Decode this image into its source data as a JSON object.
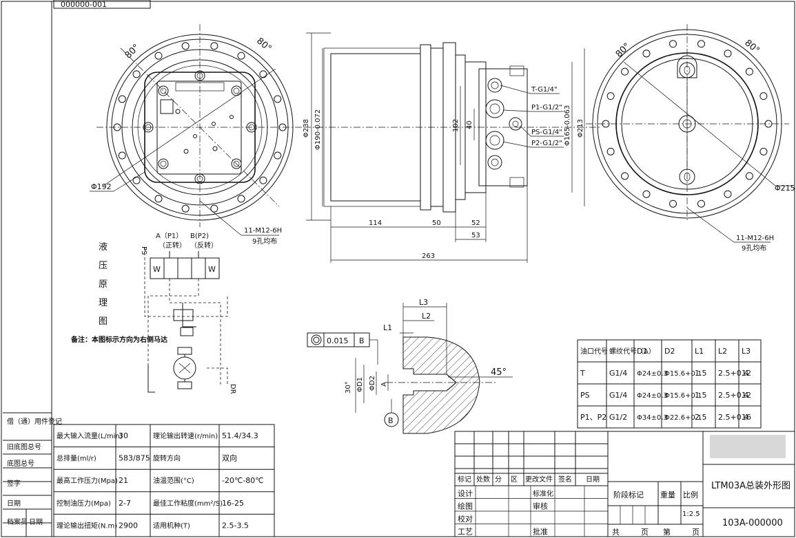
{
  "top_label": "000000-001",
  "left_views": {
    "angle_left": "80°",
    "angle_right": "80°",
    "dia_192": "Φ192",
    "bolt_spec": "11-M12-6H",
    "bolt_note": "9孔均布"
  },
  "side_view": {
    "dims": {
      "d238": "Φ238",
      "d190": "Φ190-0.072",
      "d102": "102",
      "d40": "40",
      "d165": "Φ165-0.063",
      "d213": "Φ213",
      "l114": "114",
      "l50": "50",
      "l52": "52",
      "l53": "53",
      "l263": "263"
    },
    "ports": {
      "t": "T-G1/4\"",
      "p1": "P1-G1/2\"",
      "ps": "PS-G1/4\"",
      "p2": "P2-G1/2\""
    }
  },
  "right_view": {
    "angle_left": "80°",
    "angle_right": "80°",
    "dia_215": "Φ215",
    "bolt_spec": "11-M12-6H",
    "bolt_note": "9孔均布"
  },
  "hydraulic": {
    "title_chars": [
      "液",
      "压",
      "原",
      "理",
      "图"
    ],
    "port_a": "A（P1）",
    "port_a_sub": "（正转）",
    "port_b": "B(P2)",
    "port_b_sub": "（反转）",
    "ps_label": "PS",
    "dr_label": "DR",
    "note": "备注：本图标示方向为右侧马达"
  },
  "port_detail": {
    "tolerance": "0.015",
    "datum": "B",
    "l1": "L1",
    "l2": "L2",
    "l3": "L3",
    "angle": "45°",
    "angle30": "30°",
    "d1": "ΦD1",
    "d2": "ΦD2",
    "a": "A",
    "b_circle": "B"
  },
  "port_table": {
    "headers": [
      "油口代号",
      "螺纹代号（A）",
      "D1",
      "D2",
      "L1",
      "L2",
      "L3"
    ],
    "rows": [
      [
        "T",
        "G1/4",
        "Φ24±0.3",
        "Φ15.6+0.1",
        "1.5",
        "2.5+0.4",
        "12"
      ],
      [
        "PS",
        "G1/4",
        "Φ24±0.3",
        "Φ15.6+0.1",
        "1.5",
        "2.5+0.4",
        "12"
      ],
      [
        "P1、P2",
        "G1/2",
        "Φ34±0.3",
        "Φ22.6+0.1",
        "2.5",
        "2.5+0.4",
        "16"
      ]
    ]
  },
  "spec_table": {
    "rows": [
      [
        "最大输入流量(L/min)",
        "30",
        "理论输出转速(r/min)",
        "51.4/34.3"
      ],
      [
        "总排量(ml/r)",
        "583/875",
        "旋转方向",
        "双向"
      ],
      [
        "最高工作压力(Mpa)",
        "21",
        "油温范围(°C)",
        "-20℃-80℃"
      ],
      [
        "控制油压力(Mpa)",
        "2-7",
        "最佳工作粘度(mm²/S)",
        "16-25"
      ],
      [
        "理论输出扭矩(N.m)",
        "2900",
        "适用机种(T)",
        "2.5-3.5"
      ]
    ]
  },
  "left_sidebar": {
    "items": [
      "借（通）用件登记",
      "旧底图总号",
      "底图总号",
      "签字",
      "日期",
      "档案员",
      "日期"
    ]
  },
  "title_block": {
    "row_headers": [
      "标记",
      "处数",
      "分",
      "区",
      "更改文件",
      "签名",
      "日期"
    ],
    "left_rows": [
      "设计",
      "绘图",
      "校对",
      "工艺"
    ],
    "mid_rows": [
      "标准化",
      "审核",
      "",
      "批准"
    ],
    "stage_label": "阶段标记",
    "weight_label": "重量",
    "scale_label": "比例",
    "scale_value": "1:2.5",
    "drawing_title": "LTM03A总装外形图",
    "drawing_number": "103A-000000",
    "total": "共",
    "page": "页",
    "nth": "第",
    "page2": "页"
  }
}
